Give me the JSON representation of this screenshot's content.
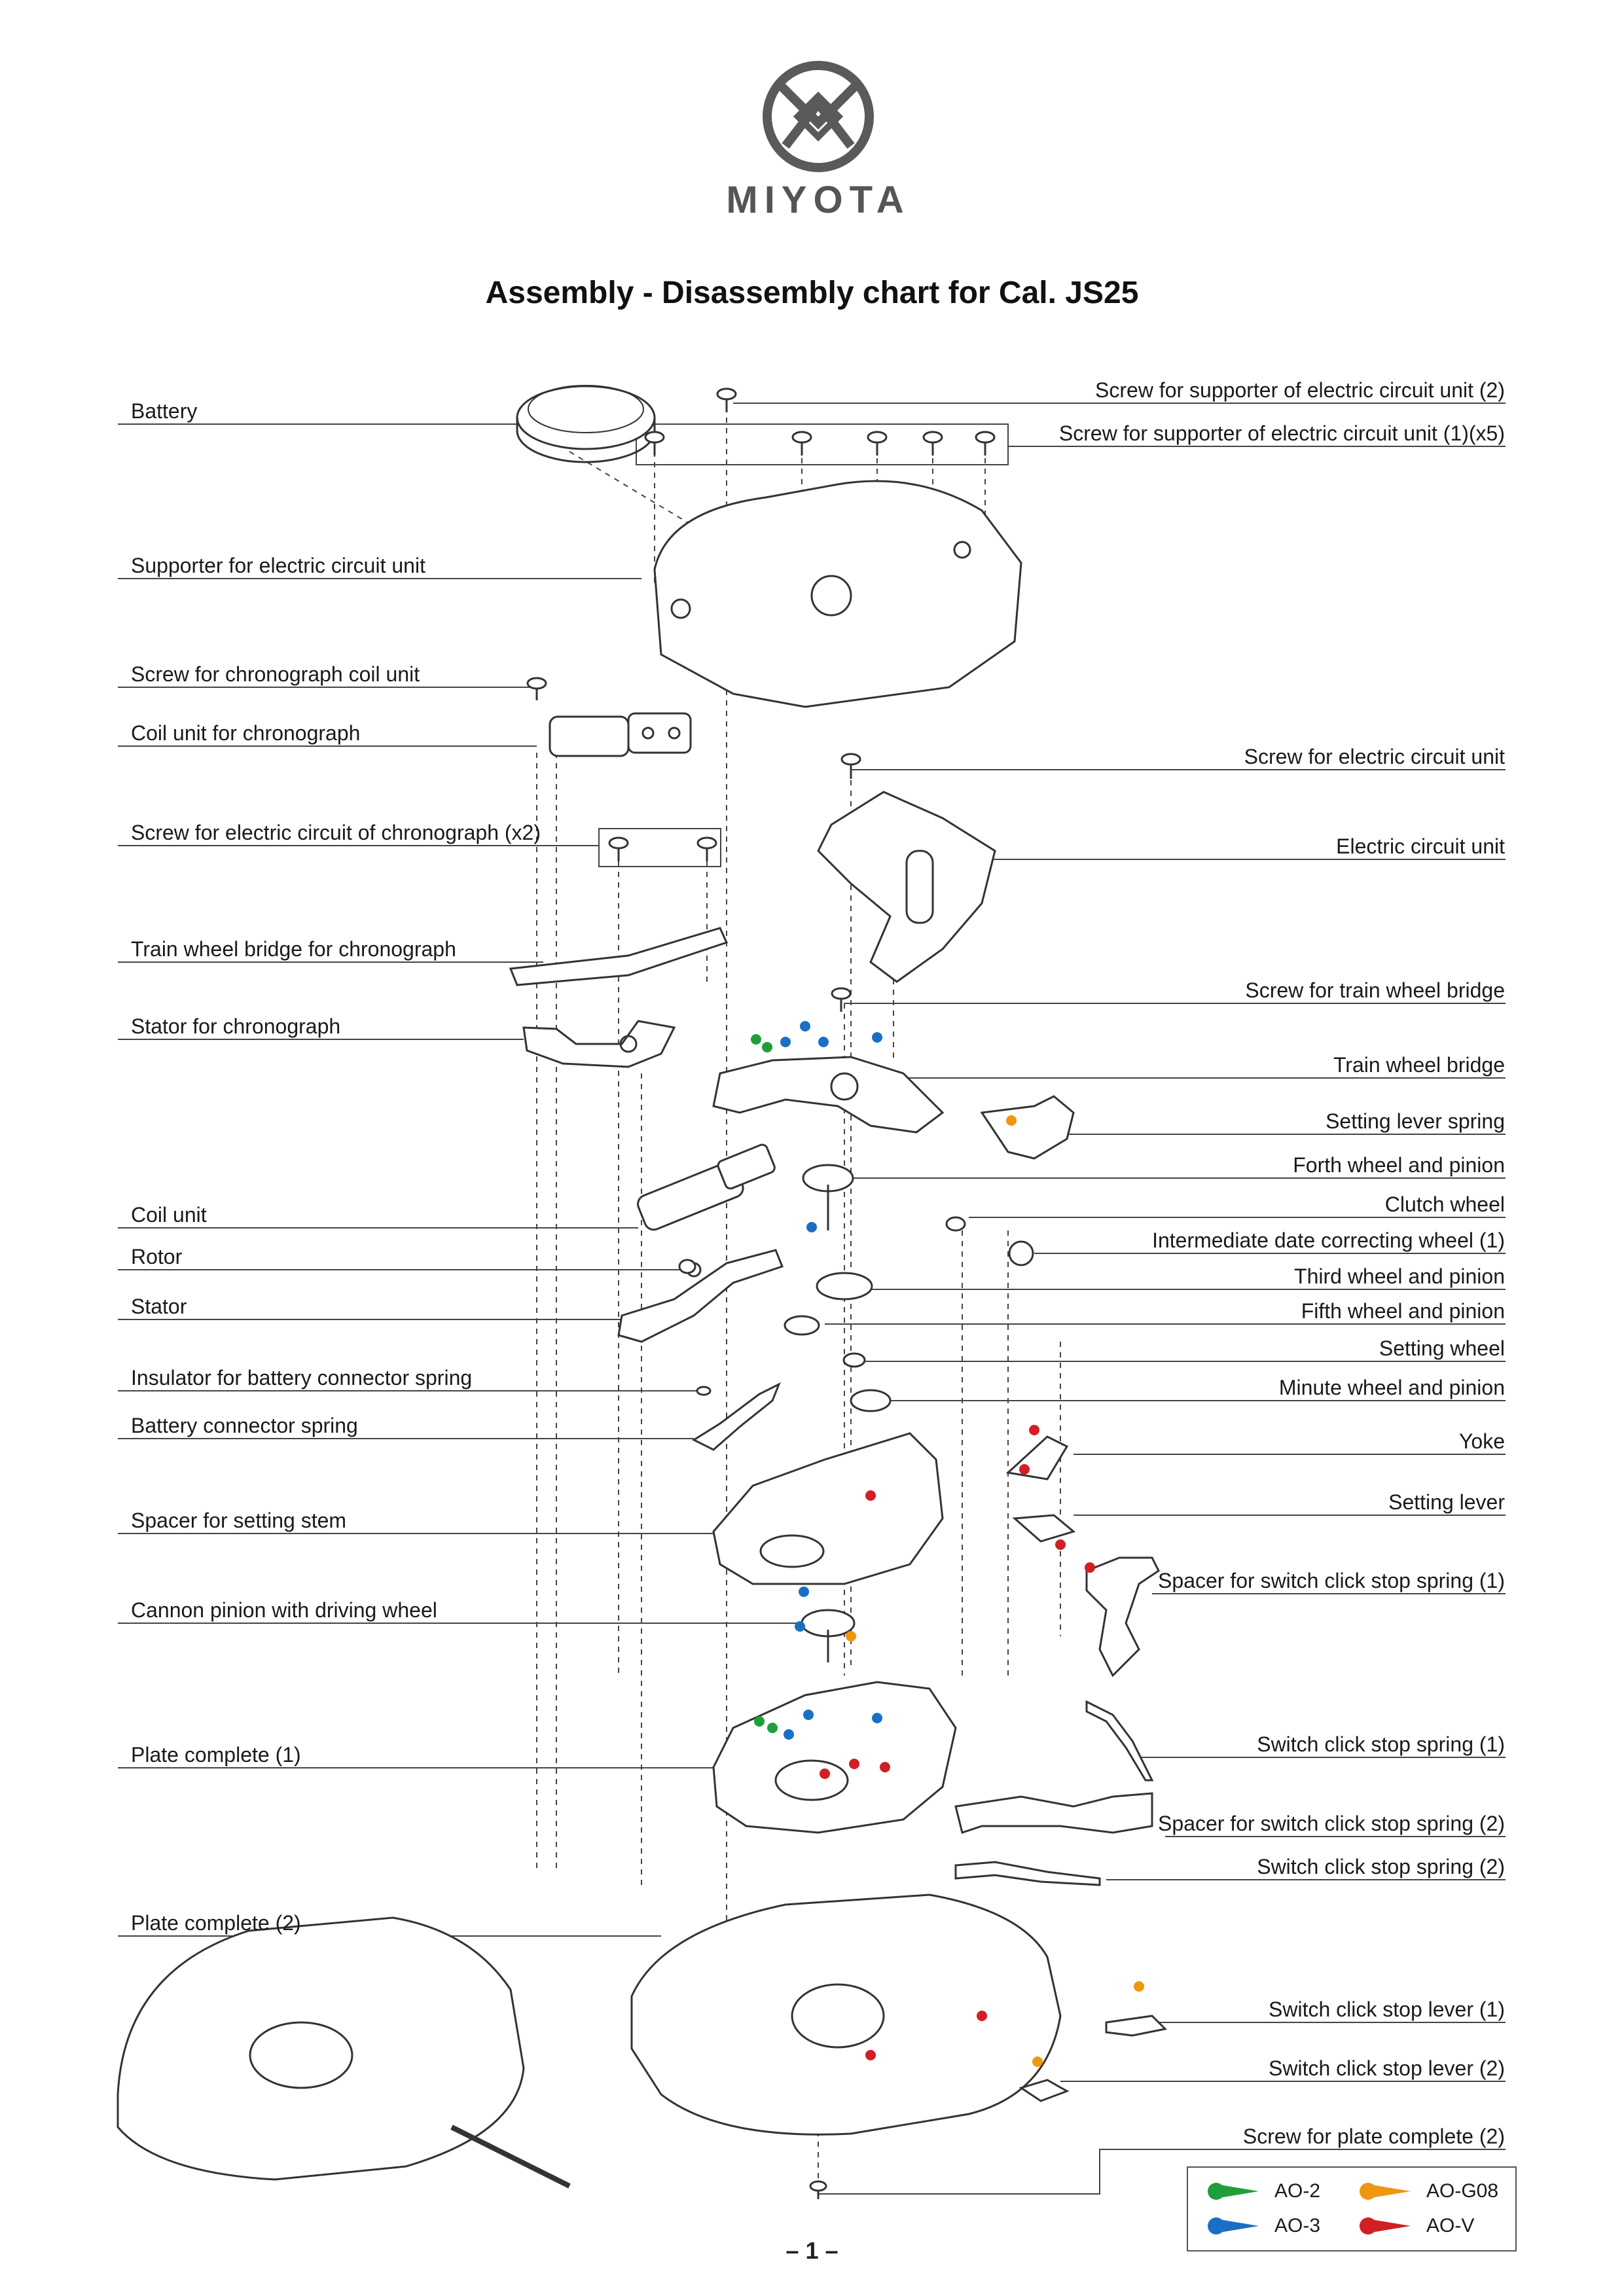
{
  "brand": {
    "name": "MIYOTA"
  },
  "title": "Assembly - Disassembly chart for Cal. JS25",
  "labels_left": [
    "Battery",
    "Supporter for electric circuit unit",
    "Screw for chronograph coil unit",
    "Coil unit for chronograph",
    "Screw for electric circuit of chronograph (x2)",
    "Train wheel bridge for chronograph",
    "Stator for chronograph",
    "Coil unit",
    "Rotor",
    "Stator",
    "Insulator for battery connector spring",
    "Battery connector spring",
    "Spacer for setting stem",
    "Cannon pinion with driving wheel",
    "Plate complete (1)",
    "Plate complete (2)"
  ],
  "labels_right": [
    "Screw for supporter of electric circuit unit (2)",
    "Screw for supporter of electric circuit unit (1)(x5)",
    "Screw for electric circuit unit",
    "Electric circuit unit",
    "Screw for train wheel bridge",
    "Train wheel bridge",
    "Setting lever spring",
    "Forth wheel and pinion",
    "Clutch wheel",
    "Intermediate date correcting wheel (1)",
    "Third wheel and pinion",
    "Fifth wheel and pinion",
    "Setting wheel",
    "Minute wheel and pinion",
    "Yoke",
    "Setting lever",
    "Spacer for switch click stop spring (1)",
    "Switch click stop spring (1)",
    "Spacer for switch click stop spring (2)",
    "Switch click stop spring (2)",
    "Switch click stop lever (1)",
    "Switch click stop lever (2)",
    "Screw for plate complete (2)"
  ],
  "legend": [
    {
      "name": "AO-2",
      "color": "#1f9e3a"
    },
    {
      "name": "AO-3",
      "color": "#1a6fc4"
    },
    {
      "name": "AO-G08",
      "color": "#f0960f"
    },
    {
      "name": "AO-V",
      "color": "#d11f24"
    }
  ],
  "page_number": "– 1 –"
}
